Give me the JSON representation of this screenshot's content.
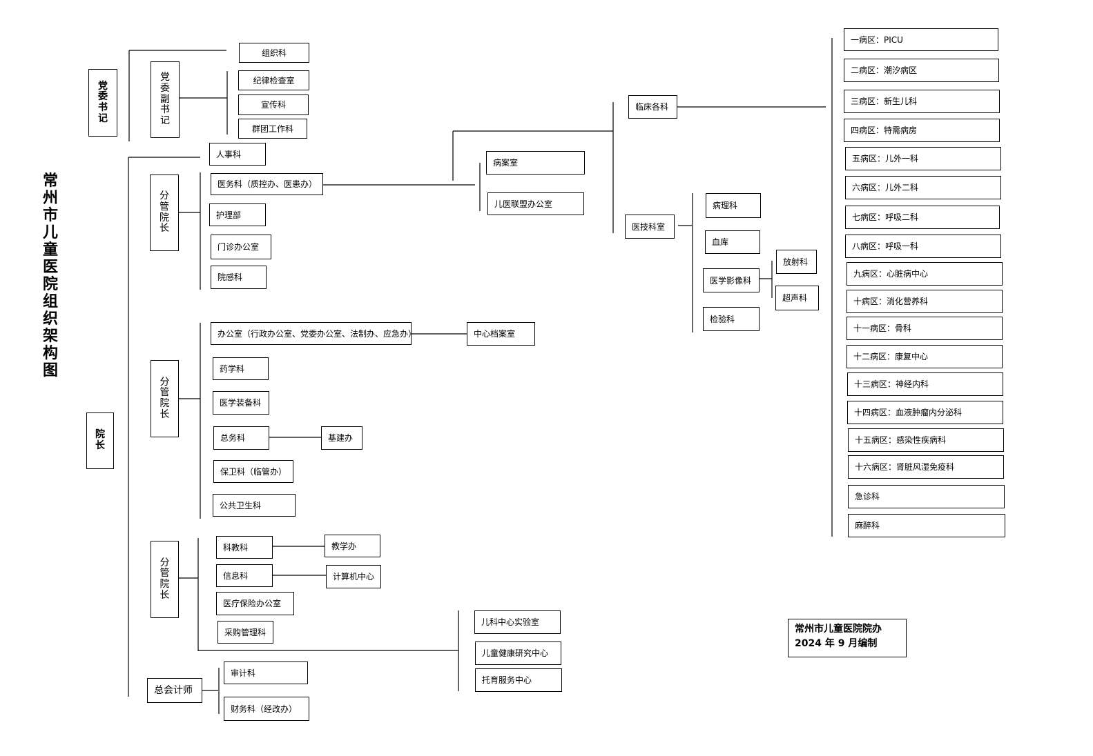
{
  "title": "常州市儿童医院组织架构图",
  "note": {
    "line1": "常州市儿童医院院办",
    "line2": "2024 年 9 月编制"
  },
  "party": {
    "secretary": "党委书记",
    "deputy": "党委副书记",
    "units": [
      "组织科",
      "纪律检查室",
      "宣传科",
      "群团工作科"
    ]
  },
  "president": {
    "label": "院长",
    "hr": "人事科",
    "vp1": {
      "label": "分管院长",
      "units": [
        "医务科（质控办、医患办）",
        "护理部",
        "门诊办公室",
        "院感科"
      ],
      "medical_sub": [
        "病案室",
        "儿医联盟办公室"
      ]
    },
    "clinical": {
      "label": "临床各科",
      "wards": [
        "一病区：PICU",
        "二病区：潮汐病区",
        "三病区：新生儿科",
        "四病区：特需病房",
        "五病区：儿外一科",
        "六病区：儿外二科",
        "七病区：呼吸二科",
        "八病区：呼吸一科",
        "九病区：心脏病中心",
        "十病区：消化营养科",
        "十一病区：骨科",
        "十二病区：康复中心",
        "十三病区：神经内科",
        "十四病区：血液肿瘤内分泌科",
        "十五病区：感染性疾病科",
        "十六病区：肾脏风湿免疫科",
        "急诊科",
        "麻醉科"
      ]
    },
    "tech": {
      "label": "医技科室",
      "units": [
        "病理科",
        "血库",
        "医学影像科",
        "检验科"
      ],
      "imaging_sub": [
        "放射科",
        "超声科"
      ]
    },
    "vp2": {
      "label": "分管院长",
      "units": [
        "办公室（行政办公室、党委办公室、法制办、应急办）",
        "药学科",
        "医学装备科",
        "总务科",
        "保卫科（临管办）",
        "公共卫生科"
      ],
      "office_sub": "中心档案室",
      "general_sub": "基建办"
    },
    "vp3": {
      "label": "分管院长",
      "units": [
        "科教科",
        "信息科",
        "医疗保险办公室",
        "采购管理科"
      ],
      "sci_sub": "教学办",
      "info_sub": "计算机中心",
      "centers": [
        "儿科中心实验室",
        "儿童健康研究中心",
        "托育服务中心"
      ]
    },
    "accountant": {
      "label": "总会计师",
      "units": [
        "审计科",
        "财务科（经改办）"
      ]
    }
  }
}
